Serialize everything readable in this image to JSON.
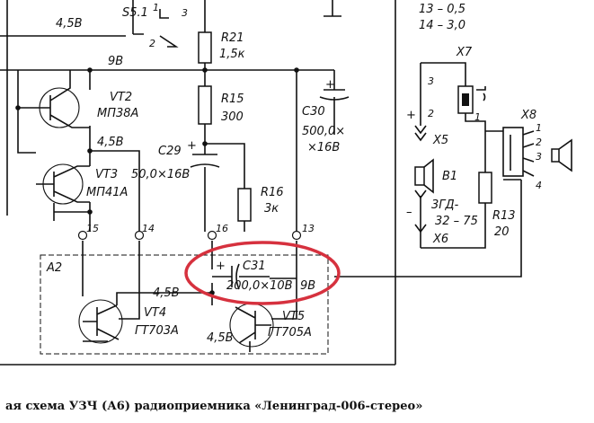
{
  "top_labels": {
    "v45_top": "4,5В",
    "s51": "S5.1",
    "s51_1": "1",
    "s51_2": "2",
    "s51_3": "3",
    "r21": "R21",
    "r21_val": "1,5к",
    "legend_13": "13 – 0,5",
    "legend_14": "14 – 3,0"
  },
  "rail_9v": "9В",
  "transistors": {
    "vt2": "VT2",
    "vt2_type": "МП38А",
    "vt3": "VT3",
    "vt3_type": "МП41А",
    "vt4": "VT4",
    "vt4_type": "ГТ703А",
    "vt5": "VT5",
    "vt5_type": "ГТ705А"
  },
  "resistors": {
    "r15": "R15",
    "r15_val": "300",
    "r16": "R16",
    "r16_val": "3к",
    "r13": "R13",
    "r13_val": "20"
  },
  "capacitors": {
    "c29": "C29",
    "c29_val": "50,0×16В",
    "c30": "C30",
    "c30_val1": "500,0×",
    "c30_val2": "×16В",
    "c31": "C31",
    "c31_val": "200,0×10В"
  },
  "voltages": {
    "v45_vt2": "4,5В",
    "v45_vt4": "4,5В",
    "v45_vt5": "4,5В",
    "v9_c31": "9В"
  },
  "terminals": {
    "t15": "15",
    "t14": "14",
    "t16": "16",
    "t13": "13"
  },
  "block": "А2",
  "plus": "+",
  "minus": "–",
  "connectors": {
    "x5": "X5",
    "x5_pin3": "3",
    "x5_pin2": "2",
    "x6": "X6",
    "x7": "X7",
    "x7_pin1": "1",
    "x8": "X8",
    "x8_p1": "1",
    "x8_p2": "2",
    "x8_p3": "3",
    "x8_p4": "4"
  },
  "speaker": {
    "b1": "B1",
    "model1": "3ГД-",
    "model2": "32 – 75"
  },
  "caption": "ая схема УЗЧ (А6) радиоприемника «Ленинград-006-стерео»",
  "highlight_color": "#d6313e"
}
